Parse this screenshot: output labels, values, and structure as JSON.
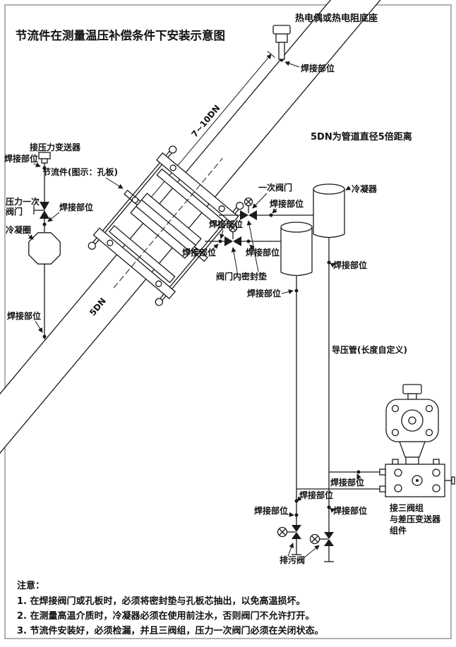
{
  "title": "节流件在测量温压补偿条件下安装示意图",
  "labels": {
    "thermowell": "热电偶或热电阻底座",
    "weld": "焊接部位",
    "dn_note": "5DN为管道直径5倍距离",
    "dim_7_10dn": "7~10DN",
    "dim_5dn": "5DN",
    "to_pressure_transmitter": "接压力变送器",
    "throttle_device": "节流件(图示：孔板)",
    "pressure_valve_line1": "压力一次",
    "pressure_valve_line2": "阀门",
    "condensing_ring": "冷凝圈",
    "primary_valve": "一次阀门",
    "condenser": "冷凝器",
    "valve_inner_gasket": "阀门内密封垫",
    "impulse_pipe": "导压管(长度自定义)",
    "drain_valve": "排污阀",
    "manifold_line1": "接三阀组",
    "manifold_line2": "与差压变送器",
    "manifold_line3": "组件"
  },
  "notes": {
    "heading": "注意：",
    "line1": "1. 在焊接阀门或孔板时，必须将密封垫与孔板芯抽出，以免高温损坏。",
    "line2": "2. 在测量高温介质时，冷凝器必须在使用前注水，否则阀门不允许打开。",
    "line3": "3. 节流件安装好，必须检漏，并且三阀组，压力一次阀门必须在关闭状态。"
  }
}
